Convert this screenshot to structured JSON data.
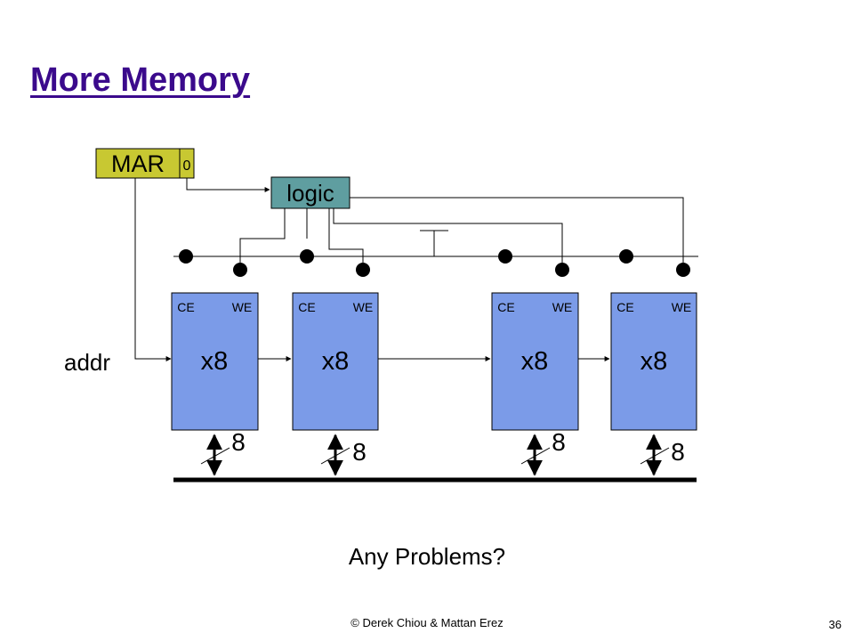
{
  "slide": {
    "title": "More Memory",
    "subtitle": "Any Problems?",
    "footer": "© Derek Chiou & Mattan Erez",
    "page_number": "36"
  },
  "diagram": {
    "mar_label": "MAR",
    "mar_bit_label": "0",
    "logic_label": "logic",
    "addr_label": "addr",
    "chips": [
      {
        "ce": "CE",
        "we": "WE",
        "label": "x8",
        "width": "8"
      },
      {
        "ce": "CE",
        "we": "WE",
        "label": "x8",
        "width": "8"
      },
      {
        "ce": "CE",
        "we": "WE",
        "label": "x8",
        "width": "8"
      },
      {
        "ce": "CE",
        "we": "WE",
        "label": "x8",
        "width": "8"
      }
    ],
    "colors": {
      "mar_fill": "#c8c832",
      "logic_fill": "#5f9ea0",
      "chip_fill": "#7b9be8",
      "title": "#3b0a8c"
    }
  }
}
